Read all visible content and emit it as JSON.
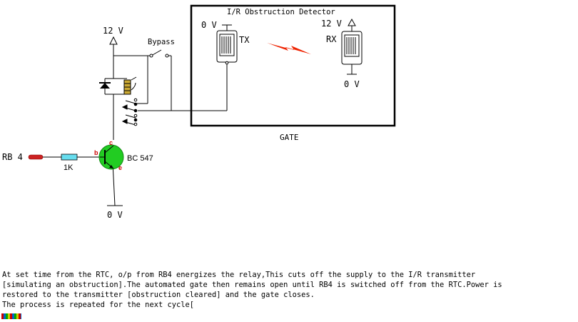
{
  "labels": {
    "supply_12v_left": "12 V",
    "bypass": "Bypass",
    "detector_title": "I/R Obstruction Detector",
    "tx_supply": "0 V",
    "tx": "TX",
    "rx_supply": "12 V",
    "rx": "RX",
    "rx_ground": "0 V",
    "gate": "GATE",
    "rb4": "RB 4",
    "resistor": "1K",
    "transistor": "BC 547",
    "pin_c": "c",
    "pin_b": "b",
    "pin_e": "e",
    "ground": "0 V"
  },
  "description": {
    "line1": "At set time from the RTC, o/p from RB4 energizes the relay,This cuts off the supply to the I/R transmitter",
    "line2": "[simulating an obstruction].The automated gate then remains open until RB4 is switched off from the RTC.Power is",
    "line3": "restored to the transmitter [obstruction cleared] and the gate closes.",
    "line4": "The process is repeated for the next cycle["
  },
  "colors": {
    "transistor": "#22cc22",
    "signal": "#ee2200",
    "resistor": "#66ddee",
    "relay_coil": "#ccaa33",
    "input_pin": "#cc2222"
  }
}
